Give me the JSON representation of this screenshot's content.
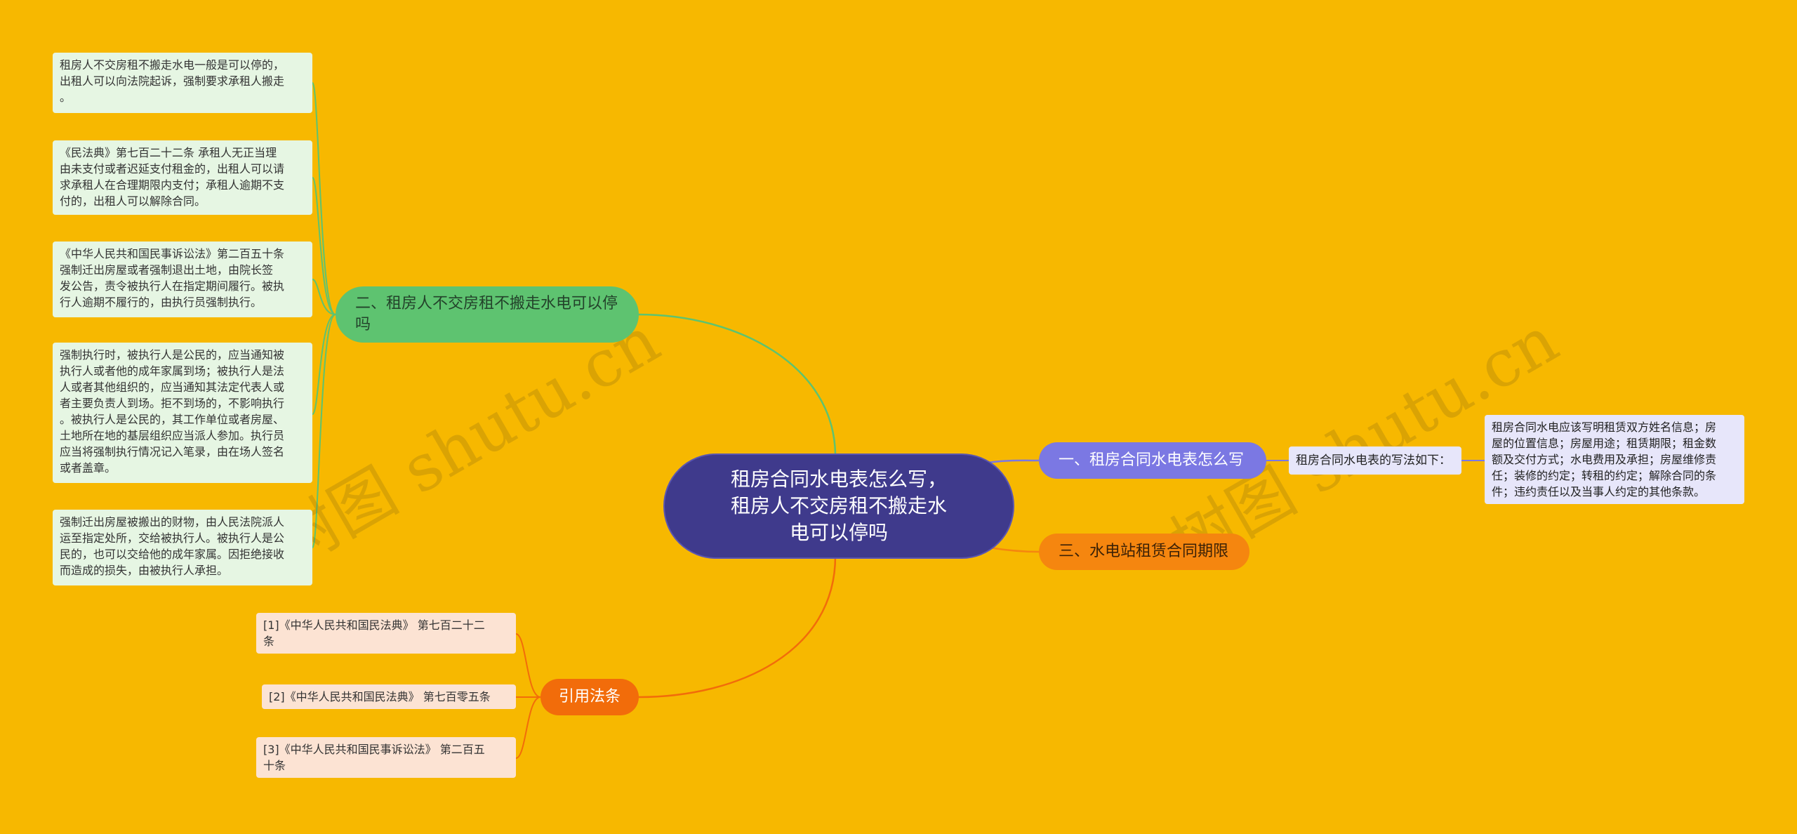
{
  "center": {
    "text": "租房合同水电表怎么写，\n租房人不交房租不搬走水\n电可以停吗"
  },
  "branch2": {
    "label": "二、租房人不交房租不搬走水电可以停吗",
    "leaves": [
      "租房人不交房租不搬走水电一般是可以停的，\n出租人可以向法院起诉，强制要求承租人搬走\n。",
      "《民法典》第七百二十二条 承租人无正当理\n由未支付或者迟延支付租金的，出租人可以请\n求承租人在合理期限内支付；承租人逾期不支\n付的，出租人可以解除合同。",
      "《中华人民共和国民事诉讼法》第二百五十条\n 强制迁出房屋或者强制退出土地，由院长签\n发公告，责令被执行人在指定期间履行。被执\n行人逾期不履行的，由执行员强制执行。",
      "强制执行时，被执行人是公民的，应当通知被\n执行人或者他的成年家属到场；被执行人是法\n人或者其他组织的，应当通知其法定代表人或\n者主要负责人到场。拒不到场的，不影响执行\n。被执行人是公民的，其工作单位或者房屋、\n土地所在地的基层组织应当派人参加。执行员\n应当将强制执行情况记入笔录，由在场人签名\n或者盖章。",
      "强制迁出房屋被搬出的财物，由人民法院派人\n运至指定处所，交给被执行人。被执行人是公\n民的，也可以交给他的成年家属。因拒绝接收\n而造成的损失，由被执行人承担。"
    ]
  },
  "branch1": {
    "label": "一、租房合同水电表怎么写",
    "sub": "租房合同水电表的写法如下：",
    "detail": "租房合同水电应该写明租赁双方姓名信息；房\n屋的位置信息；房屋用途；租赁期限；租金数\n额及交付方式；水电费用及承担；房屋维修责\n任；装修的约定；转租的约定；解除合同的条\n件；违约责任以及当事人约定的其他条款。"
  },
  "branch3": {
    "label": "三、水电站租赁合同期限"
  },
  "branch4": {
    "label": "引用法条",
    "leaves": [
      "[1]《中华人民共和国民法典》 第七百二十二\n条",
      "[2]《中华人民共和国民法典》 第七百零五条",
      "[3]《中华人民共和国民事诉讼法》 第二百五\n十条"
    ]
  },
  "watermarks": [
    "树图 shutu.cn",
    "树图 shutu.cn"
  ],
  "colors": {
    "background": "#F7B800",
    "center": "#3F3A8C",
    "branch_green": "#5EC370",
    "branch_purple": "#7B78E3",
    "branch_orange": "#F5860F",
    "branch_red": "#F26C0A"
  }
}
